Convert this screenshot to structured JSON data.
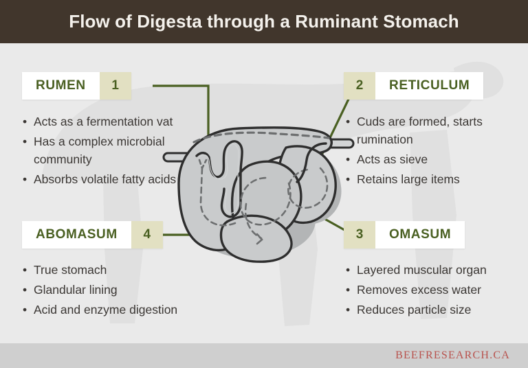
{
  "header": {
    "title": "Flow of Digesta through a Ruminant Stomach",
    "background_color": "#41362c",
    "text_color": "#f4f1ec"
  },
  "theme": {
    "page_background": "#eaeaea",
    "accent_green": "#4a6022",
    "number_box_color": "#e2e0c2",
    "label_box_color": "#ffffff",
    "body_text_color": "#3b3734",
    "organ_fill": "#c9cbcc",
    "organ_outline": "#2e2e2e",
    "logo_color": "#b8514c",
    "footer_background": "#cfcfcf"
  },
  "sections": [
    {
      "number": "1",
      "name": "RUMEN",
      "number_side": "right",
      "bullets": [
        "Acts as a fermentation vat",
        "Has a complex microbial community",
        "Absorbs volatile fatty acids"
      ]
    },
    {
      "number": "2",
      "name": "RETICULUM",
      "number_side": "left",
      "bullets": [
        "Cuds are formed, starts rumination",
        "Acts as sieve",
        "Retains large items"
      ]
    },
    {
      "number": "3",
      "name": "OMASUM",
      "number_side": "left",
      "bullets": [
        "Layered muscular organ",
        "Removes excess water",
        "Reduces particle size"
      ]
    },
    {
      "number": "4",
      "name": "ABOMASUM",
      "number_side": "right",
      "bullets": [
        "True stomach",
        "Glandular lining",
        "Acid and enzyme digestion"
      ]
    }
  ],
  "diagram": {
    "name": "ruminant-stomach-diagram",
    "description": "Cross-section illustration of a four-compartment ruminant stomach with dashed arrows indicating flow of digesta"
  },
  "footer": {
    "logo_text": "BEEFRESEARCH.CA"
  }
}
